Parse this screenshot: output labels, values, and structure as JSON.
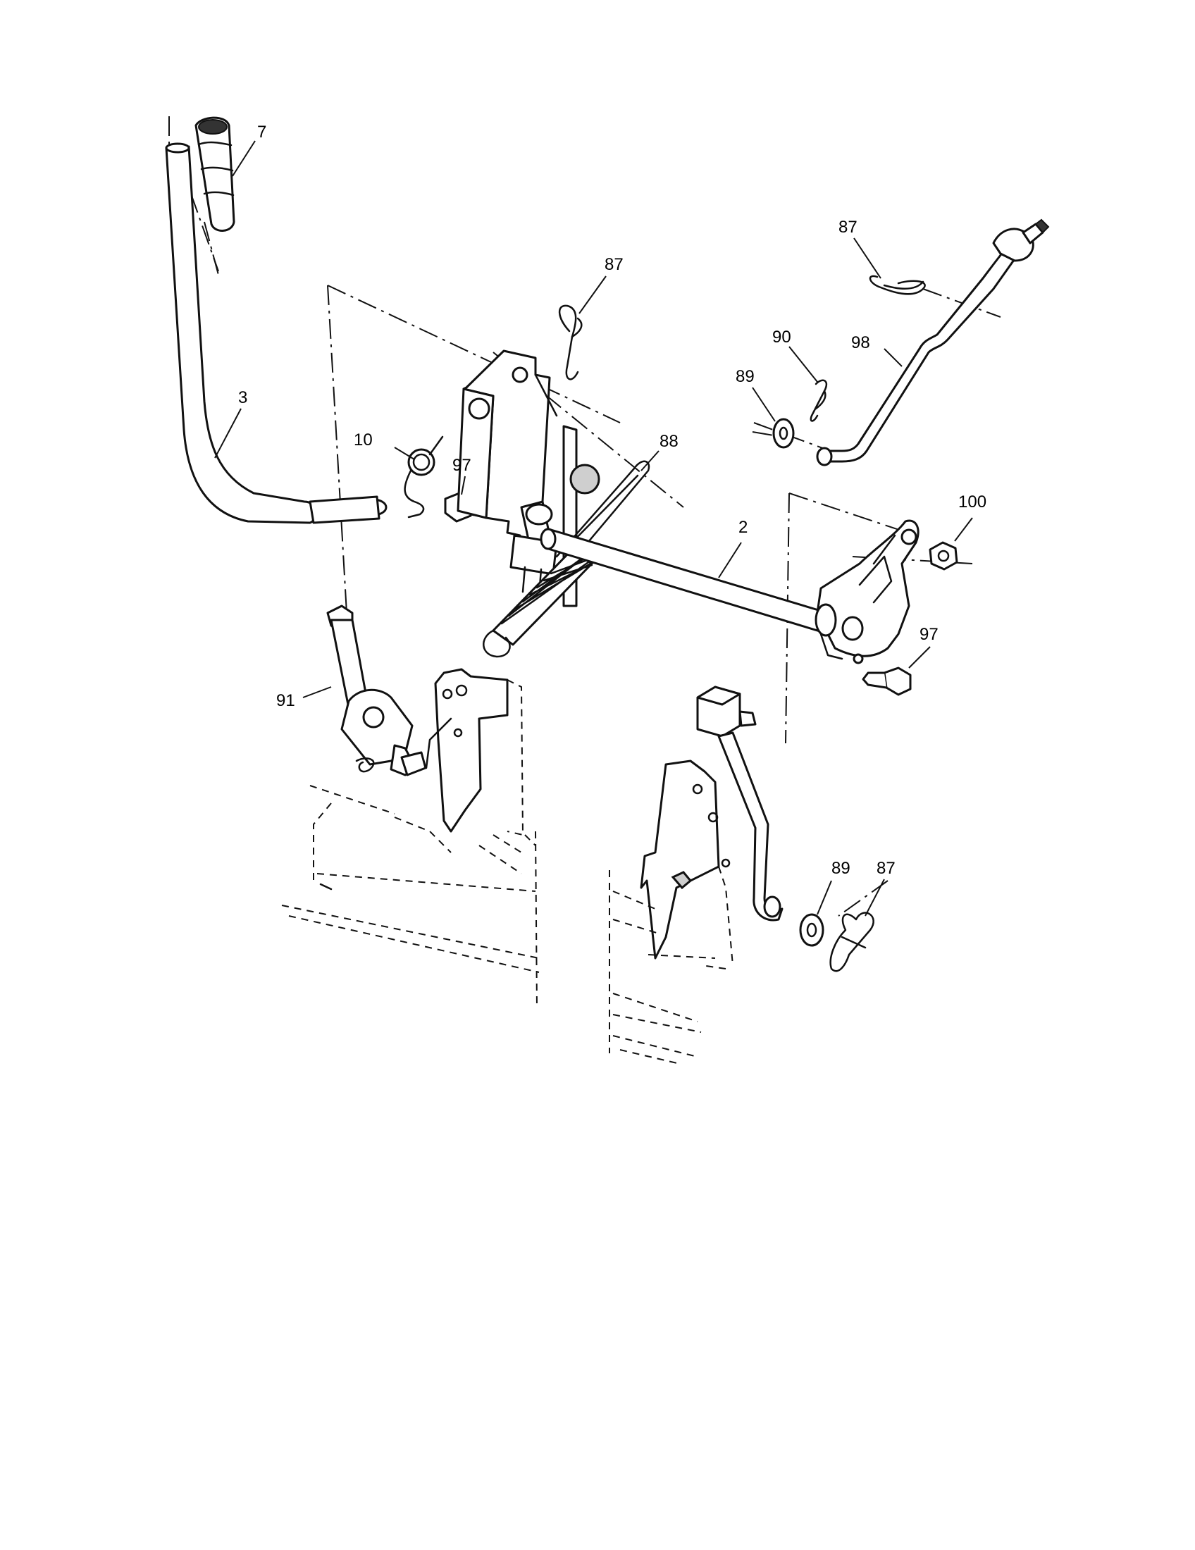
{
  "callouts": {
    "c7": "7",
    "c3": "3",
    "c10": "10",
    "c97a": "97",
    "c87a": "87",
    "c88": "88",
    "c2": "2",
    "c87b": "87",
    "c90": "90",
    "c89a": "89",
    "c98": "98",
    "c100": "100",
    "c97b": "97",
    "c91": "91",
    "c89b": "89",
    "c87c": "87"
  }
}
